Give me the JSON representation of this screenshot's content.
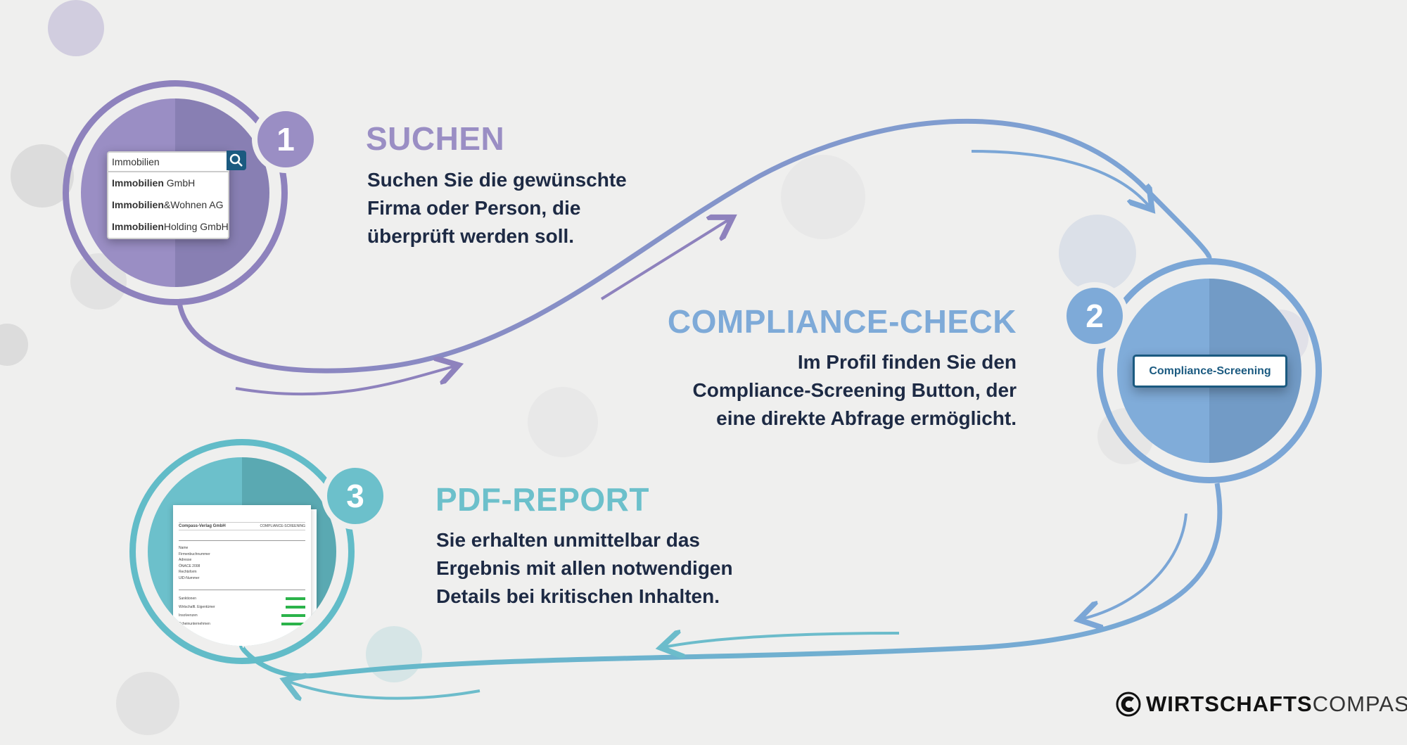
{
  "steps": [
    {
      "number": "1",
      "title": "SUCHEN",
      "lines": [
        "Suchen Sie die gewünschte",
        "Firma oder Person, die",
        "überprüft werden soll."
      ],
      "color": "#9a8ec4"
    },
    {
      "number": "2",
      "title": "COMPLIANCE-CHECK",
      "lines": [
        "Im Profil finden Sie den",
        "Compliance-Screening Button, der",
        "eine direkte Abfrage ermöglicht."
      ],
      "color": "#7eaad8"
    },
    {
      "number": "3",
      "title": "PDF-REPORT",
      "lines": [
        "Sie erhalten unmittelbar das",
        "Ergebnis mit allen notwendigen",
        "Details bei kritischen Inhalten."
      ],
      "color": "#6cc0cb"
    }
  ],
  "search": {
    "value": "Immobilien",
    "options": [
      {
        "bold": "Immobilien",
        "rest": " GmbH"
      },
      {
        "bold": "Immobilien",
        "rest": "&Wohnen AG"
      },
      {
        "bold": "Immobilien",
        "rest": "Holding GmbH"
      }
    ],
    "icon": "search-icon"
  },
  "compliance_button": "Compliance-Screening",
  "pdf": {
    "company": "Compass-Verlag GmbH",
    "section": "COMPLIANCE-SCREENING",
    "rows": [
      "Name",
      "Firmenbuchnummer",
      "Adresse",
      "ÖNACE 2008",
      "Rechtsform",
      "UID-Nummer"
    ],
    "check_rows": [
      "Sanktionen",
      "Wirtschaftl. Eigentümer",
      "Insolvenzen",
      "Scheinunternehmen"
    ]
  },
  "logo": {
    "bold": "WIRTSCHAFTS",
    "light": "COMPASS"
  }
}
